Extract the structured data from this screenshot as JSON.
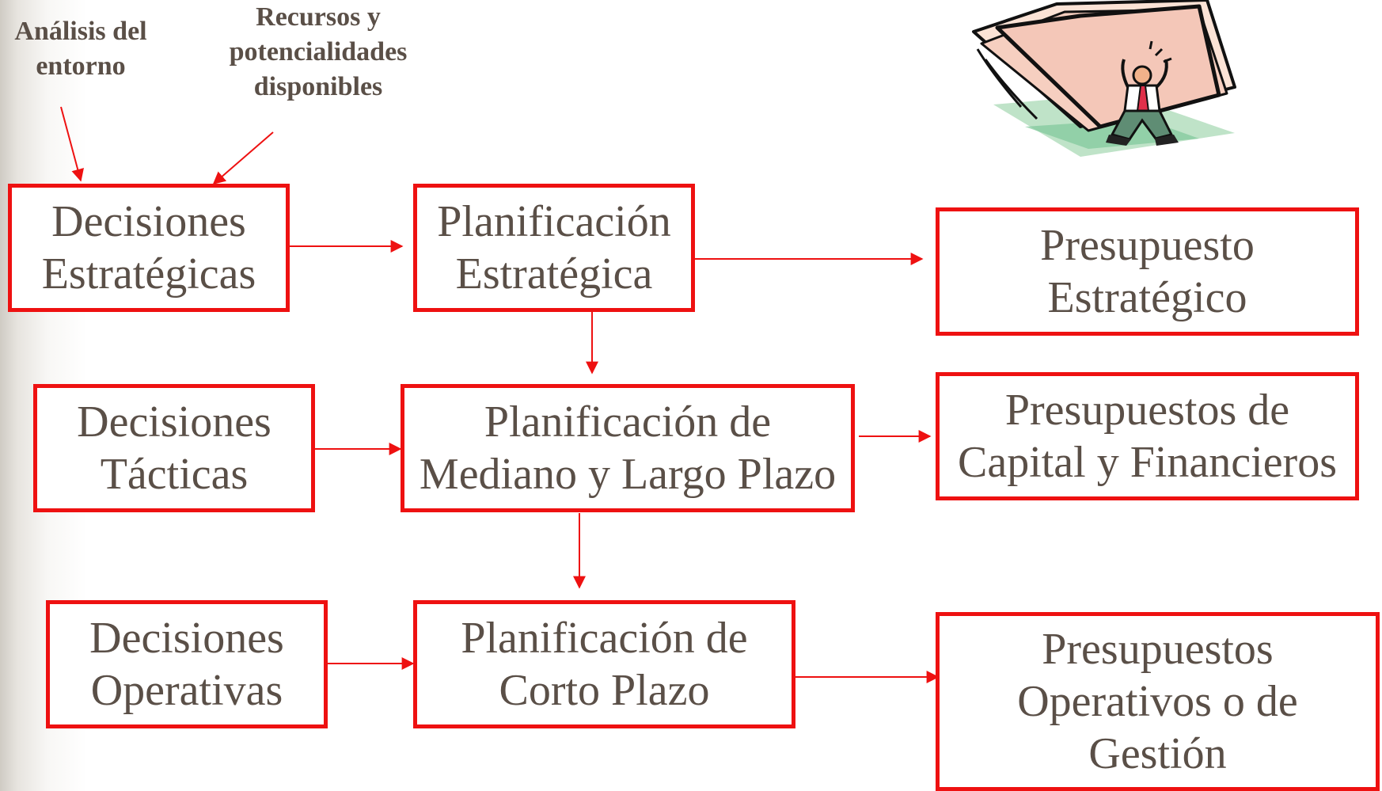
{
  "diagram": {
    "notes": {
      "environment_analysis": "Análisis del\nentorno",
      "available_resources": "Recursos y\npotencialidades\ndisponibles"
    },
    "decisions": {
      "strategic": "Decisiones\nEstratégicas",
      "tactical": "Decisiones\nTácticas",
      "operational": "Decisiones\nOperativas"
    },
    "planning": {
      "strategic": "Planificación\nEstratégica",
      "medium_long": "Planificación de\nMediano y Largo Plazo",
      "short": "Planificación de\nCorto Plazo"
    },
    "budgets": {
      "strategic": "Presupuesto\nEstratégico",
      "capital_financial": "Presupuestos de\nCapital y Financieros",
      "operational": "Presupuestos\nOperativos o de\nGestión"
    },
    "colors": {
      "box_border": "#ee1111",
      "arrow": "#ee1111",
      "text": "#5a4f47"
    },
    "icons": {
      "clipart": "man-holding-papers-icon"
    }
  }
}
